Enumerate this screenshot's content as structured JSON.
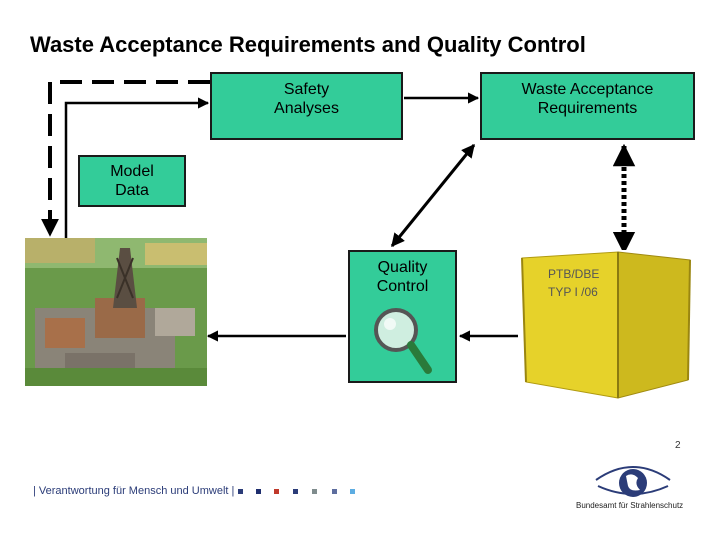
{
  "title": "Waste Acceptance Requirements and Quality Control",
  "boxes": {
    "safety": [
      "Safety",
      "Analyses"
    ],
    "war": [
      "Waste Acceptance",
      "Requirements"
    ],
    "model": [
      "Model",
      "Data"
    ],
    "qc": [
      "Quality",
      "Control"
    ]
  },
  "container_text": [
    "PTB/DBE",
    "TYP I /06"
  ],
  "footer": {
    "tagline": "| Verantwortung für Mensch und Umwelt |",
    "page_number": "2",
    "dot_colors": [
      "#2b3c78",
      "#1e2e6e",
      "#c0392b",
      "#2b3c78",
      "#7f8c8d",
      "#5d6d9e",
      "#5dade2"
    ],
    "logo_label": "Bundesamt für Strahlenschutz"
  },
  "colors": {
    "box_fill": "#33cc99",
    "container_yellow": "#e6d22a",
    "footer_blue": "#2b3c78"
  }
}
